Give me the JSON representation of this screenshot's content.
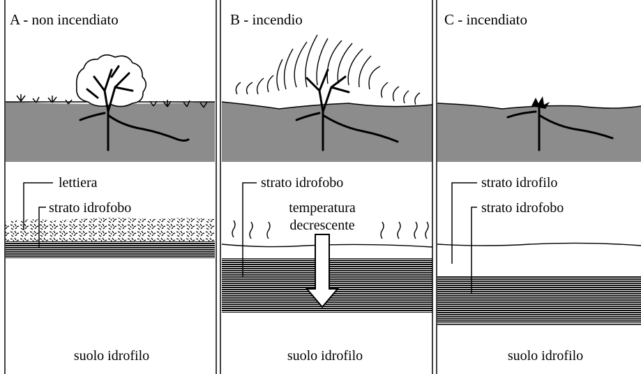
{
  "panels": [
    {
      "title": "A - non incendiato",
      "labels": [
        "lettiera",
        "strato idrofobo"
      ],
      "bottom": "suolo idrofilo"
    },
    {
      "title": "B - incendio",
      "labels": [
        "strato idrofobo",
        "temperatura",
        "decrescente"
      ],
      "bottom": "suolo idrofilo"
    },
    {
      "title": "C - incendiato",
      "labels": [
        "strato idrofilo",
        "strato idrofobo"
      ],
      "bottom": "suolo idrofilo"
    }
  ],
  "colors": {
    "soil_gray": "#8c8c8c",
    "ink": "#000000",
    "paper": "#ffffff"
  }
}
